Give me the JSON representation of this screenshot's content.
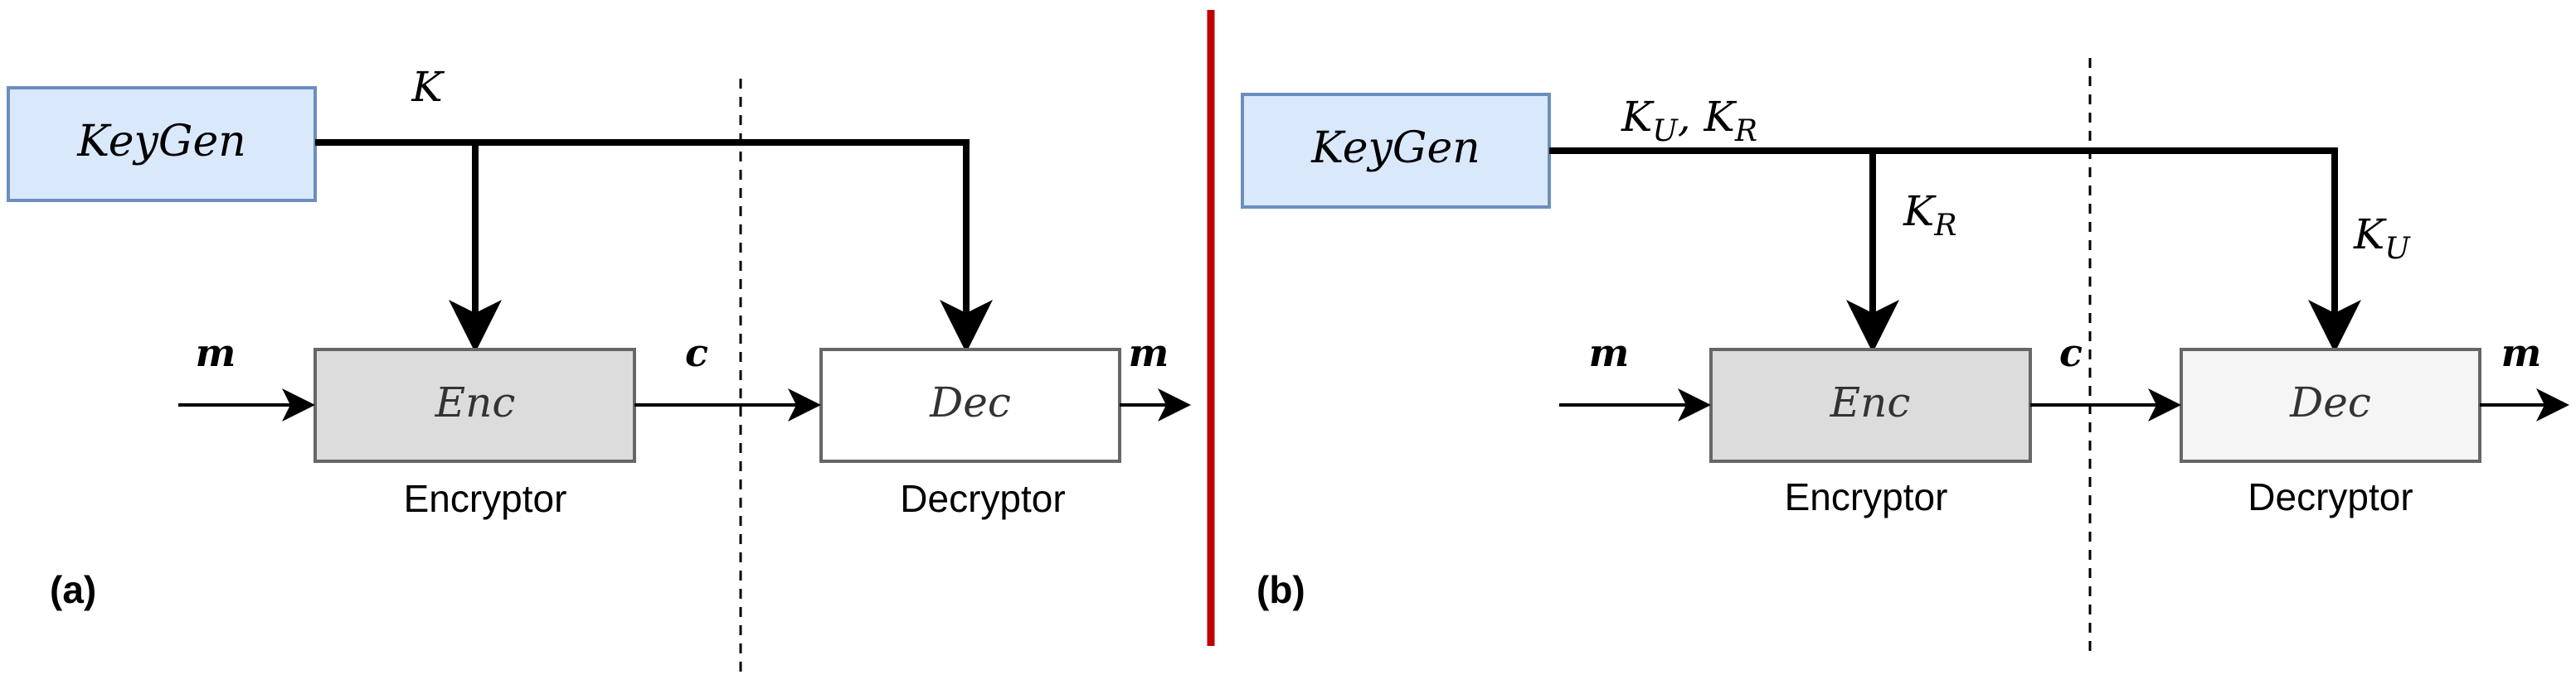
{
  "colors": {
    "keygen_fill": "#dae8fc",
    "keygen_stroke": "#6c8ebf",
    "enc_fill": "#dcdcdc",
    "dec_a_fill": "#ffffff",
    "dec_b_fill": "#f5f5f5",
    "box_stroke": "#666666",
    "divider": "#c00000",
    "line": "#000000"
  },
  "panel_a": {
    "label": "(a)",
    "keygen": "KeyGen",
    "key": "K",
    "enc": "Enc",
    "dec": "Dec",
    "enc_caption": "Encryptor",
    "dec_caption": "Decryptor",
    "msg_in": "m",
    "cipher": "c",
    "msg_out": "m"
  },
  "panel_b": {
    "label": "(b)",
    "keygen": "KeyGen",
    "key_pair": {
      "u": "U",
      "r": "R"
    },
    "key_r": "R",
    "key_u": "U",
    "enc": "Enc",
    "dec": "Dec",
    "enc_caption": "Encryptor",
    "dec_caption": "Decryptor",
    "msg_in": "m",
    "cipher": "c",
    "msg_out": "m"
  }
}
